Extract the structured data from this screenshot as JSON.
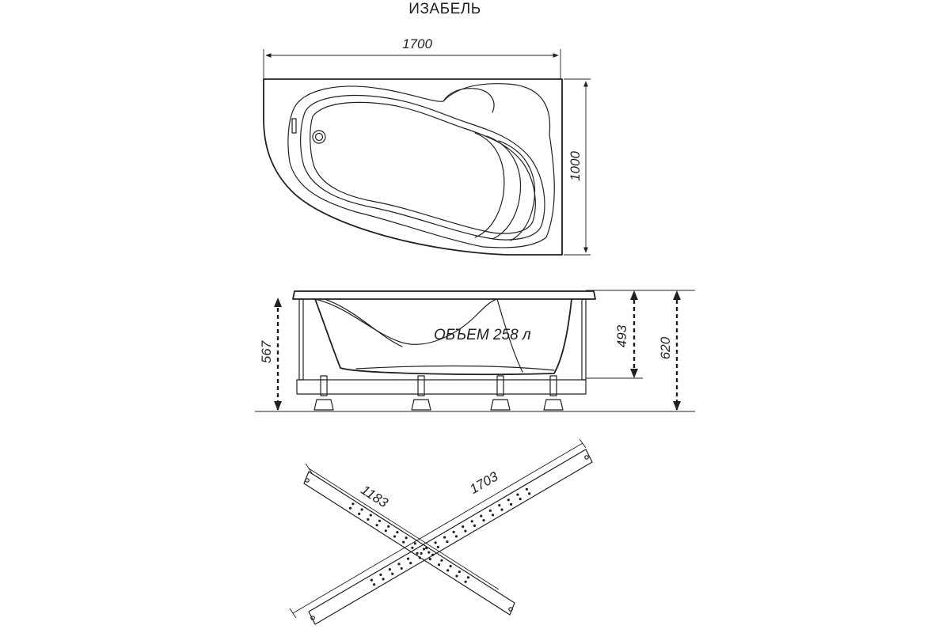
{
  "title": "ИЗАБЕЛЬ",
  "top_view": {
    "width_label": "1700",
    "depth_label": "1000"
  },
  "side_view": {
    "volume_label": "ОБЪЕМ 258 л",
    "height_567": "567",
    "height_493": "493",
    "height_620": "620"
  },
  "frame_view": {
    "bar_short_label": "1183",
    "bar_long_label": "1703"
  },
  "colors": {
    "line": "#231f20",
    "background": "#ffffff"
  }
}
